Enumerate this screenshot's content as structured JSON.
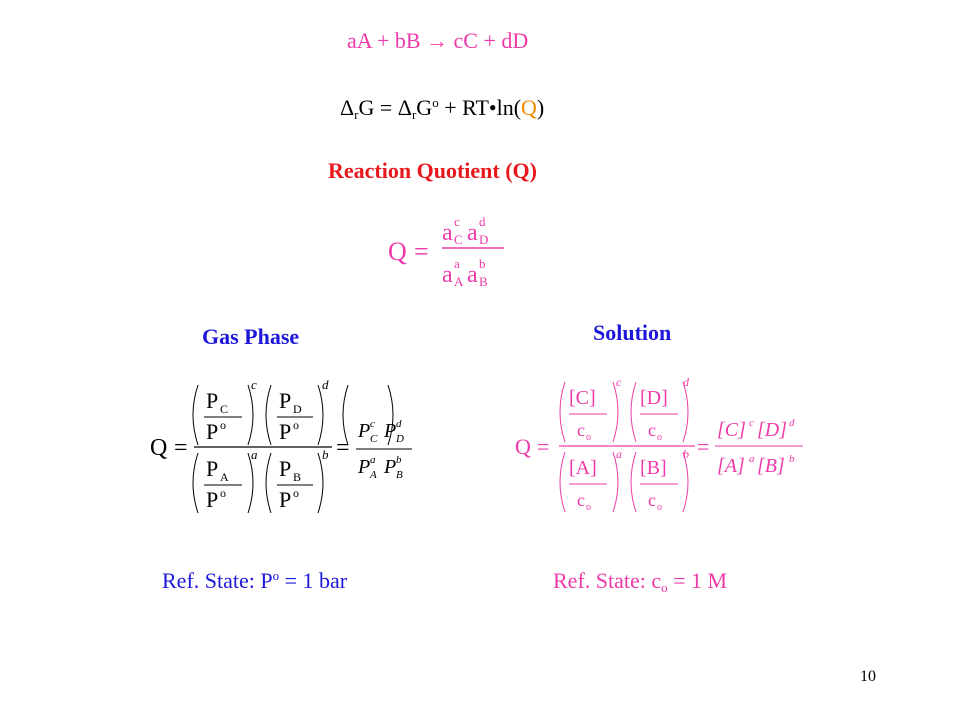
{
  "reaction": {
    "text": "aA + bB → cC + dD"
  },
  "gibbs": {
    "delta1": "Δ",
    "r1": "r",
    "g1": "G = ",
    "delta2": "Δ",
    "r2": "r",
    "g2": "G",
    "o": "o",
    "rest": " + RT•ln(",
    "q": "Q",
    "close": ")"
  },
  "quotient_heading": "Reaction Quotient (Q)",
  "gas_heading": "Gas Phase",
  "solution_heading": "Solution",
  "gas_ref": {
    "prefix": "Ref. State:  P",
    "sup": "o",
    "suffix": " = 1 bar"
  },
  "solution_ref": {
    "prefix": "Ref. State:  c",
    "sub": "o",
    "suffix": " = 1 M"
  },
  "page_number": "10",
  "colors": {
    "pink": "#ee3aa8",
    "orange": "#f08a00",
    "red": "#e8191c",
    "blue": "#1d17d9"
  }
}
